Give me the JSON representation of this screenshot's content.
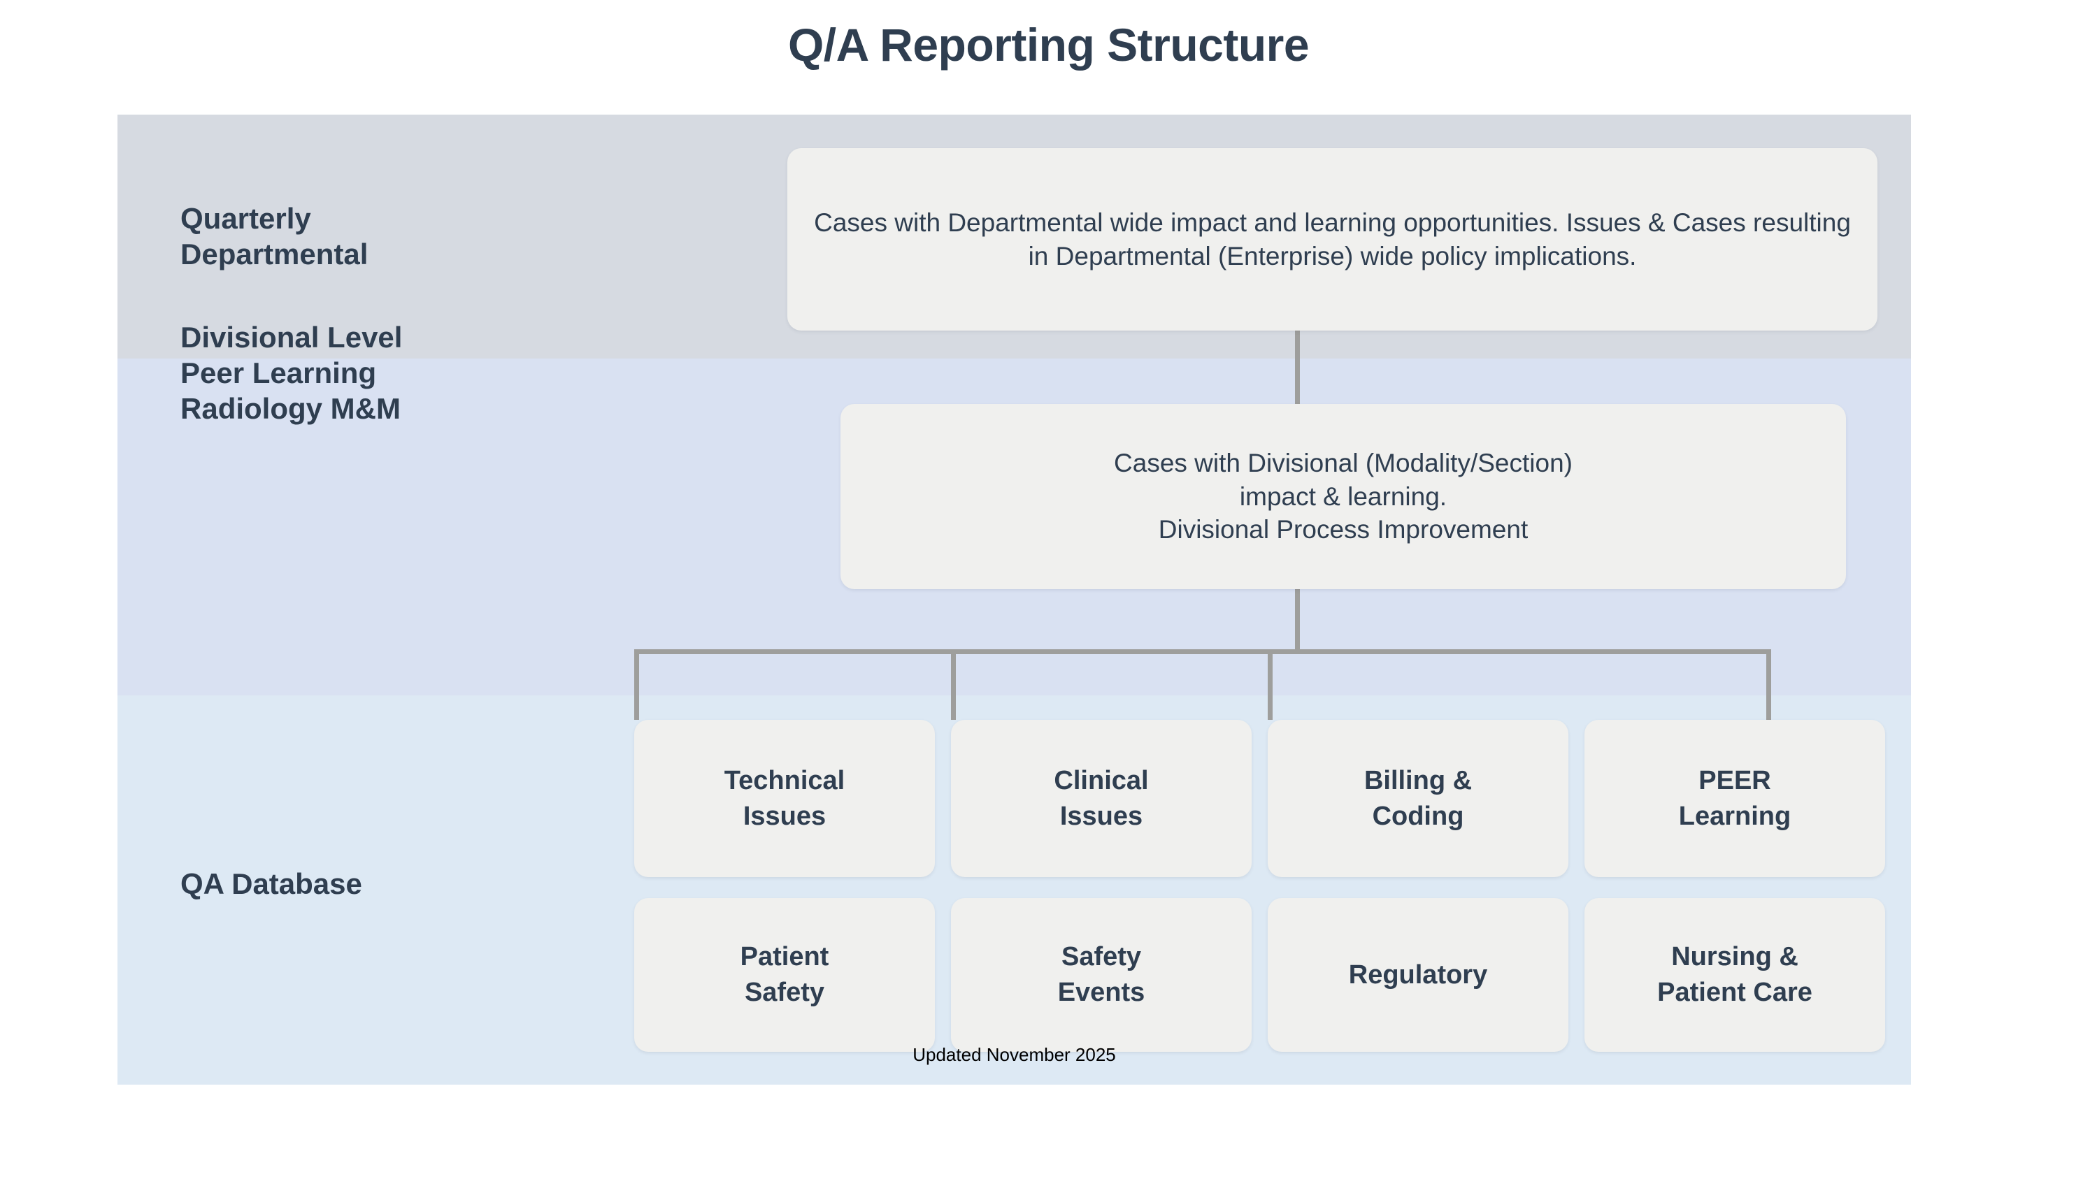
{
  "title": "Q/A Reporting Structure",
  "colors": {
    "text": "#2f3e50",
    "band_1": "#d6dae1",
    "band_2": "#d9e1f2",
    "band_3": "#dde9f4",
    "box_fill": "#f0f0ee",
    "connector": "#9e9e9c",
    "page_background": "#ffffff"
  },
  "rows": {
    "row1": {
      "label": "Quarterly\nDepartmental",
      "box": "Cases with Departmental wide impact and learning opportunities. Issues & Cases resulting in Departmental (Enterprise) wide policy implications."
    },
    "row2": {
      "label": "Divisional Level\nPeer Learning\nRadiology M&M",
      "box": "Cases with Divisional (Modality/Section)\nimpact & learning.\nDivisional Process Improvement"
    },
    "row3": {
      "label": "QA Database",
      "categories_row1": [
        "Technical\nIssues",
        "Clinical\nIssues",
        "Billing &\nCoding",
        "PEER\nLearning"
      ],
      "categories_row2": [
        "Patient\nSafety",
        "Safety\nEvents",
        "Regulatory",
        "Nursing &\nPatient Care"
      ]
    }
  },
  "footer": "Updated November 2025"
}
